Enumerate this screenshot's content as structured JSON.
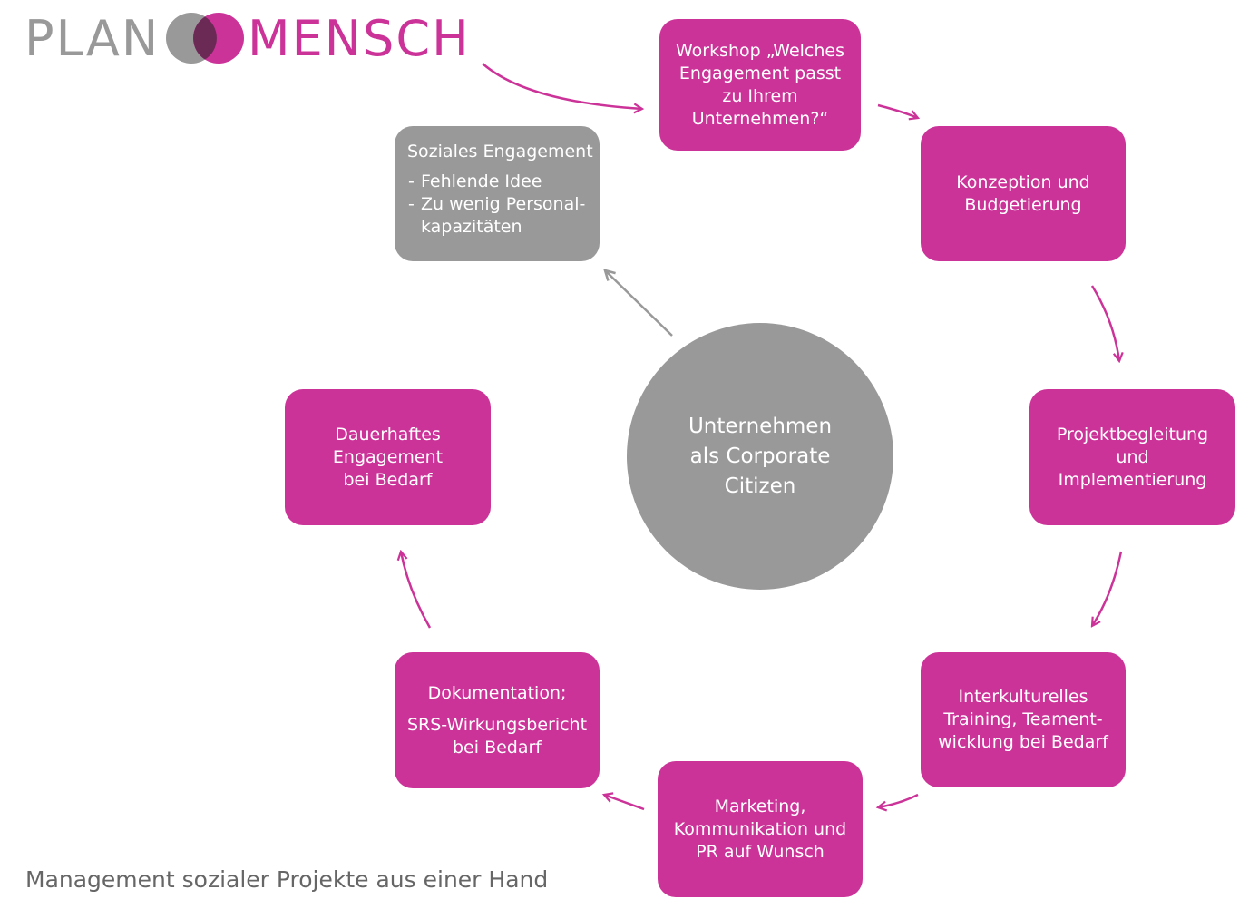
{
  "logo": {
    "left_word": "PLAN",
    "right_word": "MENSCH",
    "colors": {
      "grey": "#999999",
      "magenta": "#cc3399",
      "overlap": "#6b2a56"
    }
  },
  "colors": {
    "accent": "#cc3399",
    "neutral": "#999999",
    "caption": "#666666",
    "background": "#ffffff"
  },
  "center": {
    "lines": [
      "Unternehmen",
      "als Corporate",
      "Citizen"
    ]
  },
  "start_box": {
    "title": "Soziales Engagement",
    "bullets": [
      "Fehlende Idee",
      "Zu wenig Personal-"
    ],
    "bullet_continuation": "kapazitäten"
  },
  "steps": {
    "workshop": [
      "Workshop „Welches",
      "Engagement passt",
      "zu Ihrem",
      "Unternehmen?“"
    ],
    "konzeption": [
      "Konzeption und",
      "Budgetierung"
    ],
    "projektbegleitung": [
      "Projektbegleitung",
      "und",
      "Implementierung"
    ],
    "interkulturelles": [
      "Interkulturelles",
      "Training, Teament-",
      "wicklung bei Bedarf"
    ],
    "marketing": [
      "Marketing,",
      "Kommunikation und",
      "PR auf Wunsch"
    ],
    "dokumentation_head": "Dokumentation;",
    "dokumentation": [
      "SRS-Wirkungsbericht",
      "bei Bedarf"
    ],
    "dauerhaft": [
      "Dauerhaftes",
      "Engagement",
      "bei Bedarf"
    ]
  },
  "caption": "Management sozialer Projekte aus einer Hand"
}
